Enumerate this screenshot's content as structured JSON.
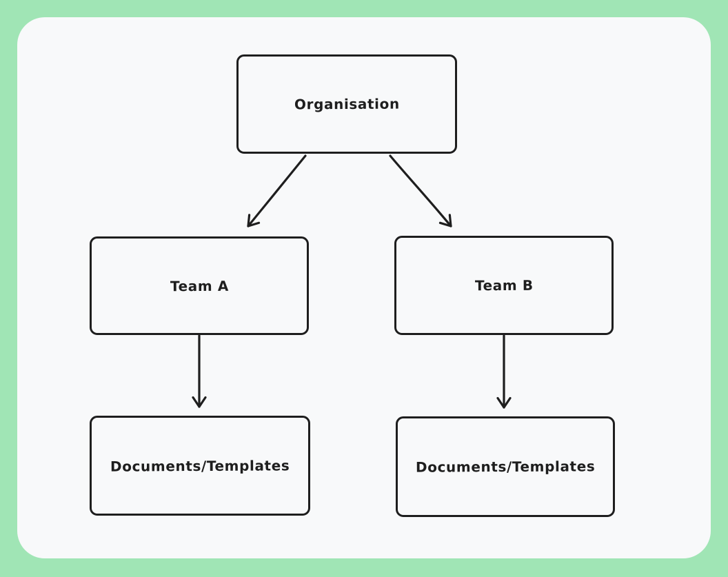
{
  "diagram": {
    "type": "org-chart-flow-diagram",
    "style": "excalidraw-hand-drawn",
    "colors": {
      "frame_background": "#a0e5b5",
      "canvas_background": "#f8f9fa",
      "stroke": "#1e1e1e",
      "text": "#1e1e1e"
    },
    "nodes": {
      "organisation": {
        "label": "Organisation"
      },
      "team_a": {
        "label": "Team A"
      },
      "team_b": {
        "label": "Team B"
      },
      "docs_a": {
        "label": "Documents/Templates"
      },
      "docs_b": {
        "label": "Documents/Templates"
      }
    },
    "edges": [
      {
        "from": "organisation",
        "to": "team_a",
        "arrow": "end"
      },
      {
        "from": "organisation",
        "to": "team_b",
        "arrow": "end"
      },
      {
        "from": "team_a",
        "to": "docs_a",
        "arrow": "end"
      },
      {
        "from": "team_b",
        "to": "docs_b",
        "arrow": "end"
      }
    ]
  }
}
